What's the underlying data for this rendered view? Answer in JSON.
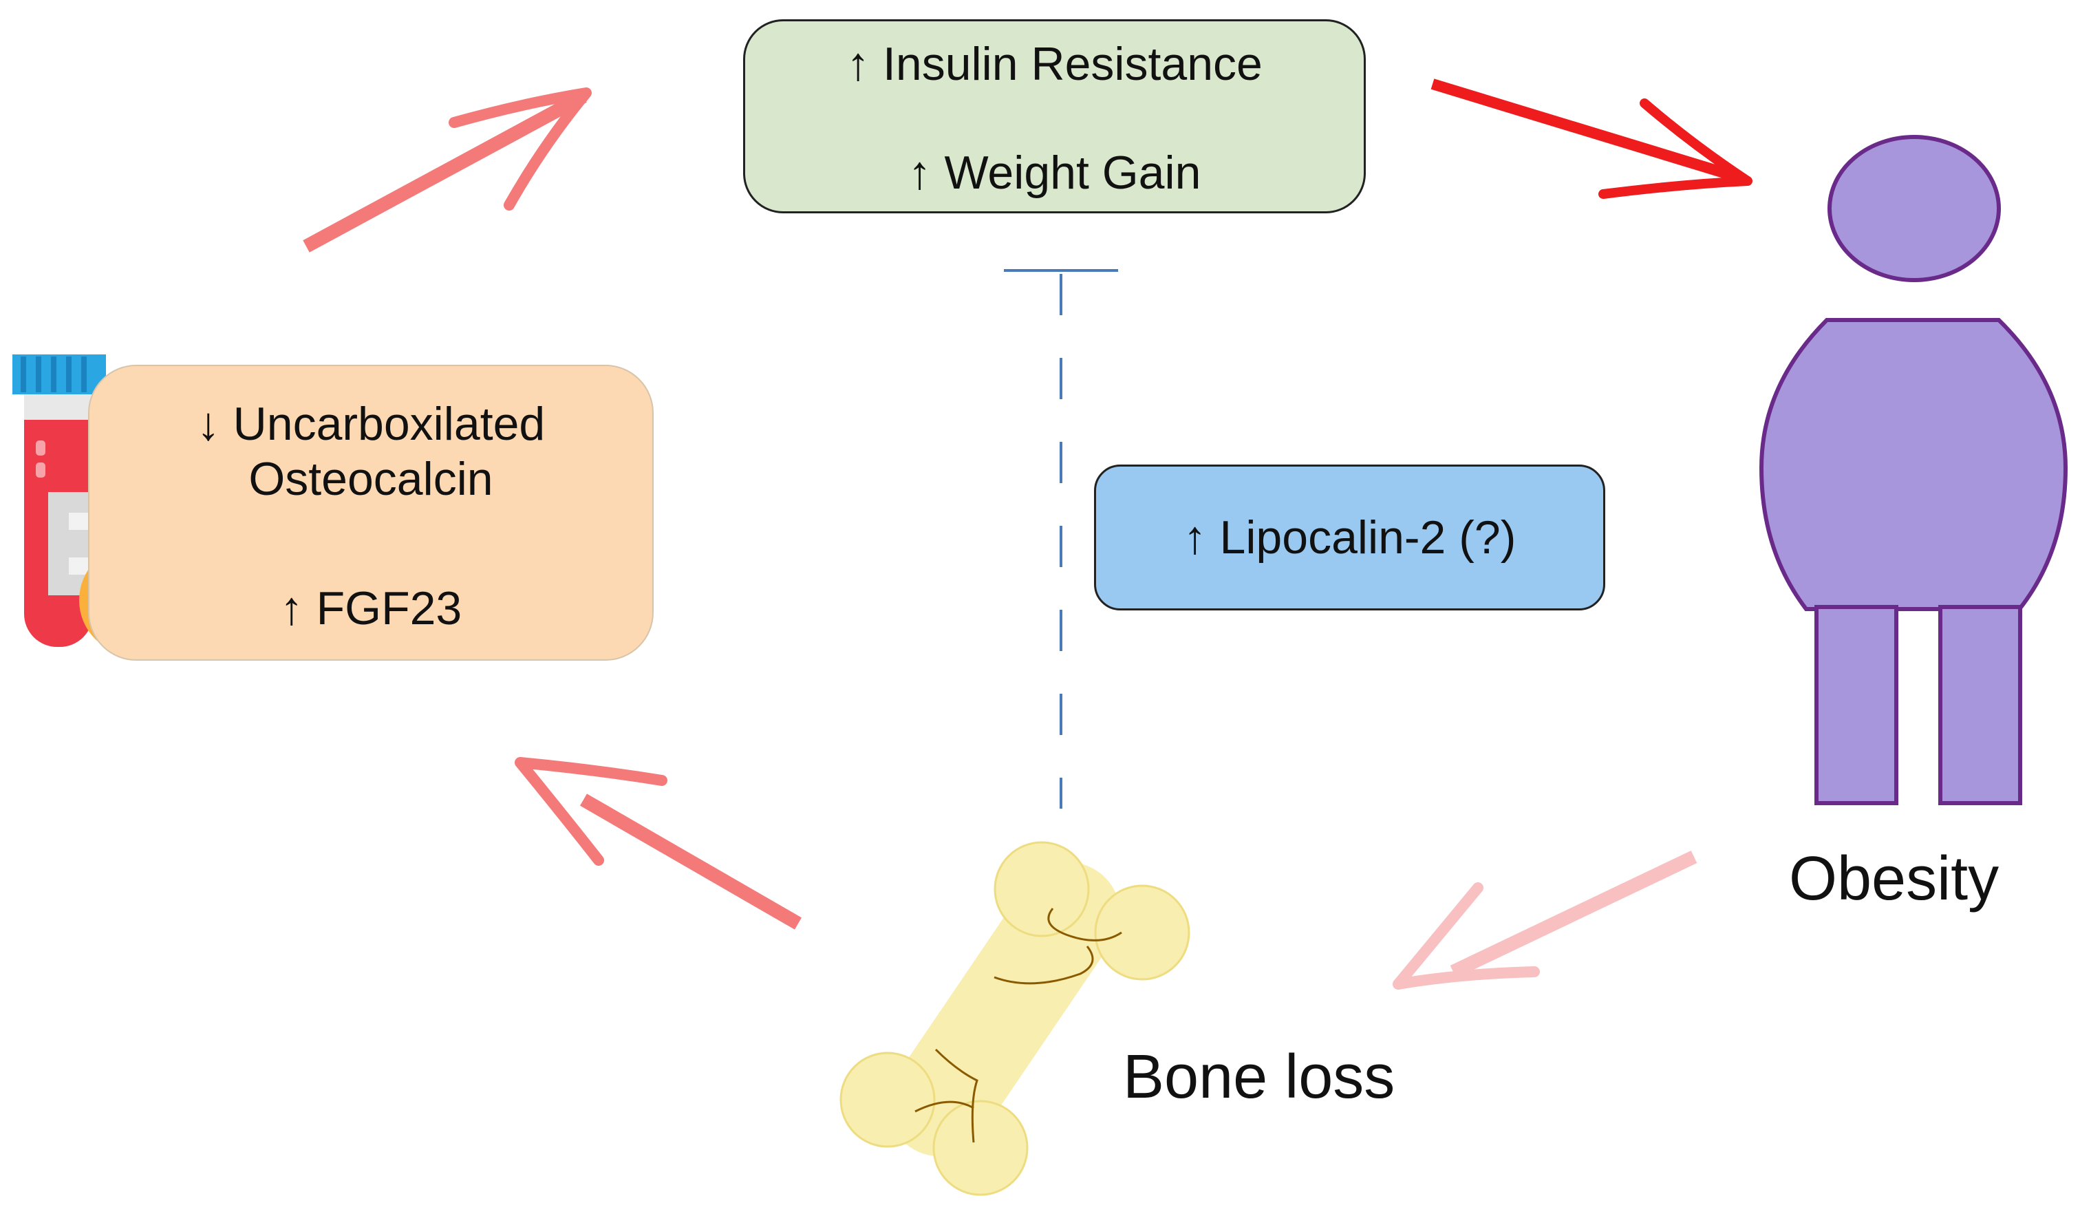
{
  "top_box": {
    "line1": "↑ Insulin Resistance",
    "line2": "↑ Weight Gain",
    "fill": "#d9e8cc"
  },
  "left_box": {
    "line1": "↓ Uncarboxilated",
    "line2": "Osteocalcin",
    "line3": "↑ FGF23",
    "fill": "#fdd9b3"
  },
  "middle_box": {
    "line1": "↑ Lipocalin-2 (?)",
    "fill": "#99c9f0"
  },
  "labels": {
    "obesity": "Obesity",
    "bone_loss": "Bone loss"
  },
  "icons": {
    "blood_tube": "blood-test-tube-icon",
    "person": "obese-person-icon",
    "bone": "fractured-bone-icon"
  },
  "colors": {
    "arrow_strong": "#ee1c1c",
    "arrow_medium": "#f47a7a",
    "arrow_light": "#f8c0c0",
    "person": "#a896dc",
    "person_outline": "#6a2a8a",
    "bone": "#f8eeb0",
    "inhibition_line": "#4a7ab8"
  }
}
